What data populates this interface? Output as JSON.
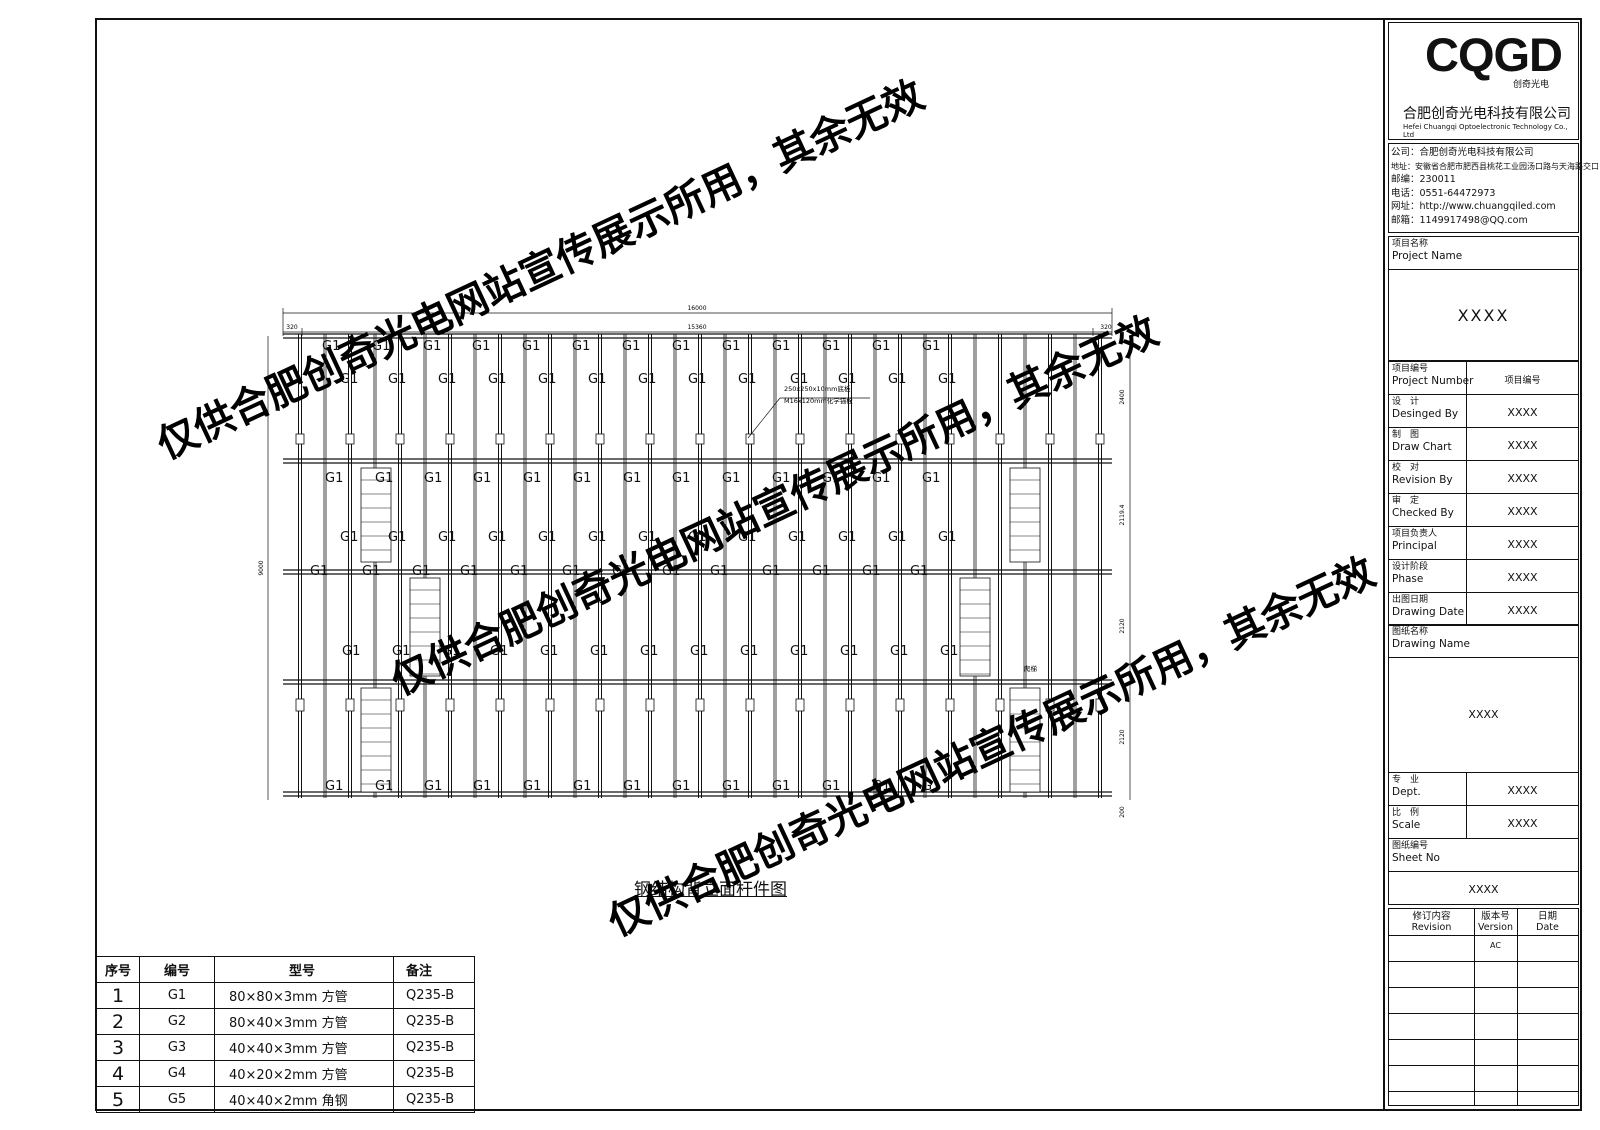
{
  "title_block": {
    "logo": "CQGD",
    "logo_sub": "创奇光电",
    "company_cn": "合肥创奇光电科技有限公司",
    "company_en": "Hefei Chuangqi Optoelectronic Technology Co., Ltd",
    "info": [
      "公司：合肥创奇光电科技有限公司",
      "地址：安徽省合肥市肥西县桃花工业园汤口路与天海路交口",
      "邮编：230011",
      "电话：0551-64472973",
      "网址：http://www.chuangqiled.com",
      "邮箱：1149917498@QQ.com"
    ],
    "project_name_cn": "项目名称",
    "project_name_en": "Project Name",
    "project_name_value": "XXXX",
    "rows": [
      {
        "cn": "项目编号",
        "en": "Project Number",
        "value": "项目编号"
      },
      {
        "cn": "设　计",
        "en": "Desinged By",
        "value": "XXXX"
      },
      {
        "cn": "制　图",
        "en": "Draw Chart",
        "value": "XXXX"
      },
      {
        "cn": "校　对",
        "en": "Revision By",
        "value": "XXXX"
      },
      {
        "cn": "审　定",
        "en": "Checked By",
        "value": "XXXX"
      },
      {
        "cn": "项目负责人",
        "en": "Principal",
        "value": "XXXX"
      },
      {
        "cn": "设计阶段",
        "en": "Phase",
        "value": "XXXX"
      },
      {
        "cn": "出图日期",
        "en": "Drawing Date",
        "value": "XXXX"
      }
    ],
    "drawing_name_cn": "图纸名称",
    "drawing_name_en": "Drawing Name",
    "drawing_name_value": "XXXX",
    "dept_cn": "专　业",
    "dept_en": "Dept.",
    "dept_value": "XXXX",
    "scale_cn": "比　例",
    "scale_en": "Scale",
    "scale_value": "XXXX",
    "sheet_cn": "图纸编号",
    "sheet_en": "Sheet No",
    "sheet_value": "XXXX",
    "rev_headers": [
      {
        "cn": "修订内容",
        "en": "Revision"
      },
      {
        "cn": "版本号",
        "en": "Version"
      },
      {
        "cn": "日期",
        "en": "Date"
      }
    ],
    "rev_version": "AC"
  },
  "drawing": {
    "title": "钢结构背立面杆件图",
    "dim_total": "16000",
    "dim_inner": "15360",
    "dim_left": "320",
    "dim_right": "320",
    "dim_height": "9000",
    "dim_rows": [
      "2400",
      "2119.4",
      "2120",
      "2120",
      "200"
    ],
    "note_line1": "250x250x10mm底板",
    "note_line2": "M16x120mm化学锚栓",
    "small_label": "爬梯",
    "member_label": "G1"
  },
  "watermark": "仅供合肥创奇光电网站宣传展示所用，其余无效",
  "parts_table": {
    "headers": [
      "序号",
      "编号",
      "型号",
      "备注"
    ],
    "rows": [
      {
        "idx": "1",
        "code": "G1",
        "type": "80×80×3mm 方管",
        "note": "Q235-B"
      },
      {
        "idx": "2",
        "code": "G2",
        "type": "80×40×3mm 方管",
        "note": "Q235-B"
      },
      {
        "idx": "3",
        "code": "G3",
        "type": "40×40×3mm 方管",
        "note": "Q235-B"
      },
      {
        "idx": "4",
        "code": "G4",
        "type": "40×20×2mm 方管",
        "note": "Q235-B"
      },
      {
        "idx": "5",
        "code": "G5",
        "type": "40×40×2mm 角钢",
        "note": "Q235-B"
      }
    ]
  }
}
